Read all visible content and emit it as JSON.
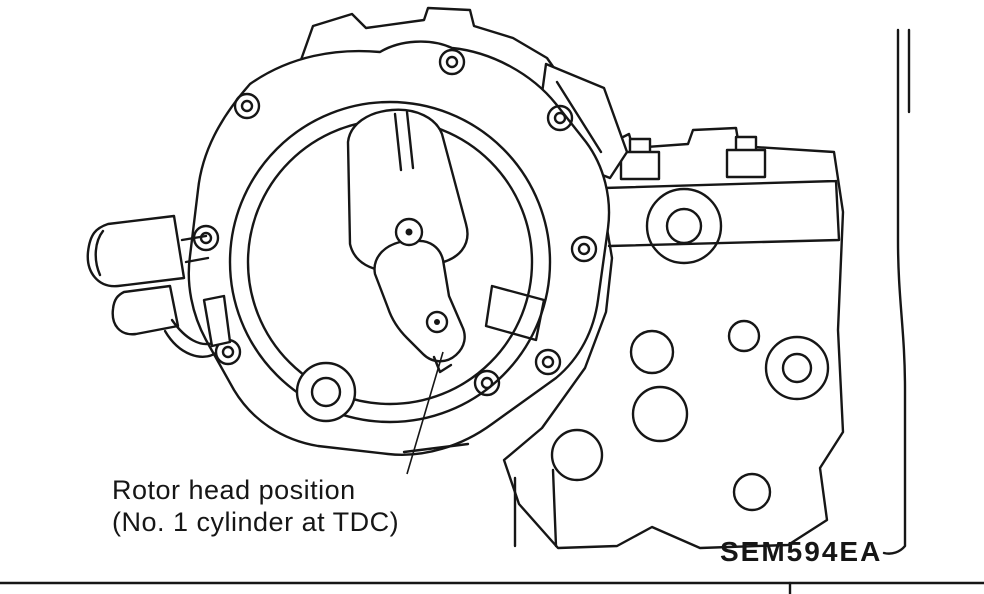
{
  "colors": {
    "ink": "#161616",
    "background": "#ffffff"
  },
  "figure": {
    "caption": {
      "line1": "Rotor head position",
      "line2": "(No. 1 cylinder at TDC)"
    },
    "reference_code": "SEM594EA"
  }
}
